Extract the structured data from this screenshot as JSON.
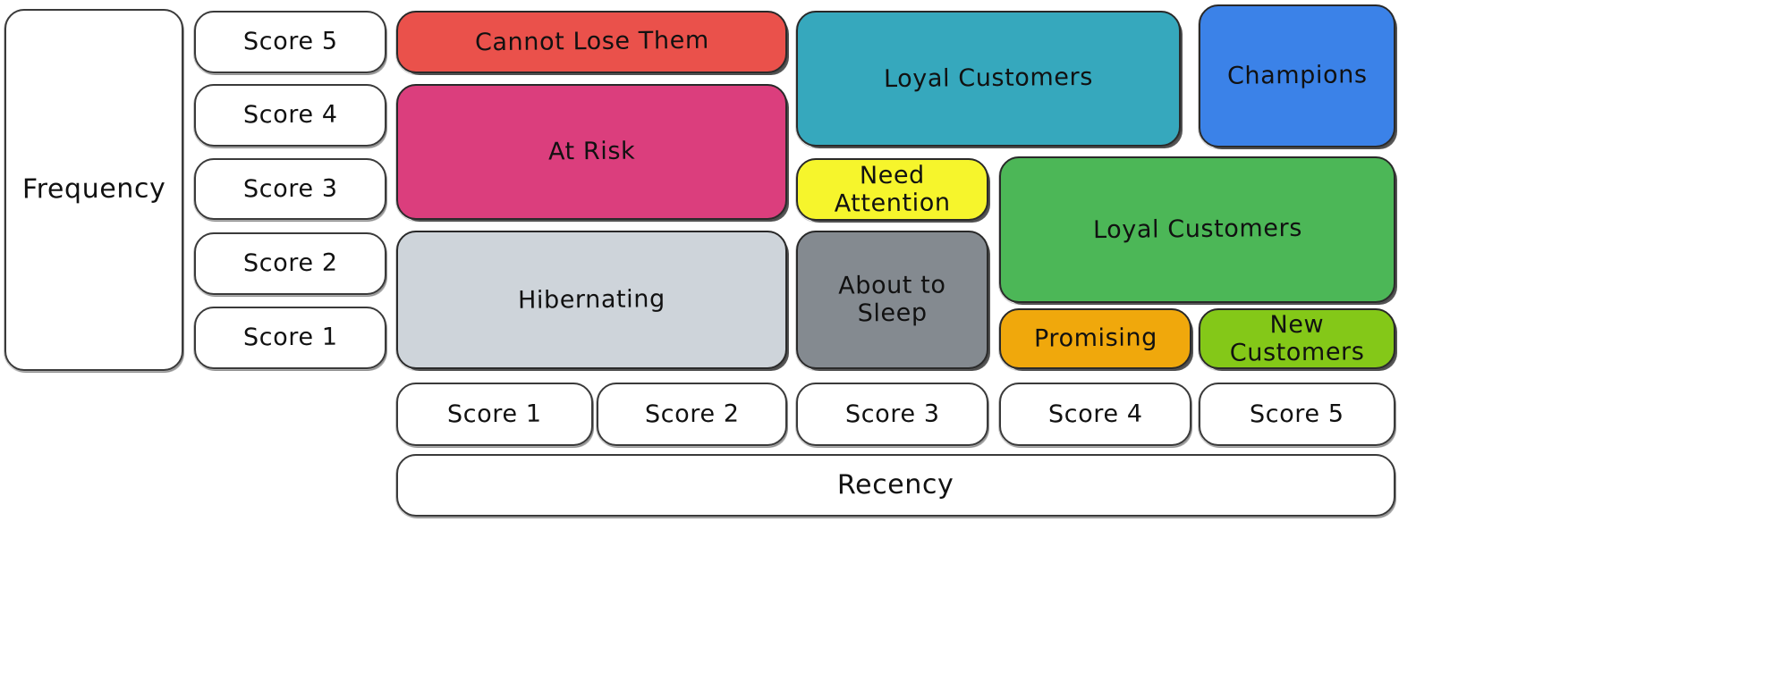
{
  "diagram": {
    "type": "rfm-segmentation-matrix",
    "axes": {
      "y_axis_label": "Frequency",
      "x_axis_label": "Recency",
      "frequency_scores": [
        "Score 5",
        "Score 4",
        "Score 3",
        "Score 2",
        "Score 1"
      ],
      "recency_scores": [
        "Score 1",
        "Score 2",
        "Score 3",
        "Score 4",
        "Score 5"
      ]
    },
    "segments": [
      {
        "id": "cannot-lose-them",
        "label": "Cannot Lose Them",
        "color": "#ea514b",
        "recency_from": 1,
        "recency_to": 2,
        "frequency_from": 5,
        "frequency_to": 5
      },
      {
        "id": "at-risk",
        "label": "At Risk",
        "color": "#db3e7d",
        "recency_from": 1,
        "recency_to": 2,
        "frequency_from": 3,
        "frequency_to": 4
      },
      {
        "id": "hibernating",
        "label": "Hibernating",
        "color": "#ced4da",
        "recency_from": 1,
        "recency_to": 2,
        "frequency_from": 1,
        "frequency_to": 2
      },
      {
        "id": "loyal-customers-teal",
        "label": "Loyal Customers",
        "color": "#36a8bd",
        "recency_from": 3,
        "recency_to": 4,
        "frequency_from": 4,
        "frequency_to": 5
      },
      {
        "id": "need-attention",
        "label": "Need Attention",
        "color": "#f6f52c",
        "recency_from": 3,
        "recency_to": 3,
        "frequency_from": 3,
        "frequency_to": 3
      },
      {
        "id": "about-to-sleep",
        "label": "About to Sleep",
        "color": "#848a90",
        "recency_from": 3,
        "recency_to": 3,
        "frequency_from": 1,
        "frequency_to": 2
      },
      {
        "id": "champions",
        "label": "Champions",
        "color": "#3b82e8",
        "recency_from": 5,
        "recency_to": 5,
        "frequency_from": 4,
        "frequency_to": 5
      },
      {
        "id": "loyal-customers-green",
        "label": "Loyal Customers",
        "color": "#4cb757",
        "recency_from": 4,
        "recency_to": 5,
        "frequency_from": 2,
        "frequency_to": 3
      },
      {
        "id": "promising",
        "label": "Promising",
        "color": "#f0a80c",
        "recency_from": 4,
        "recency_to": 4,
        "frequency_from": 1,
        "frequency_to": 1
      },
      {
        "id": "new-customers",
        "label": "New Customers",
        "color": "#84c818",
        "recency_from": 5,
        "recency_to": 5,
        "frequency_from": 1,
        "frequency_to": 1
      }
    ]
  },
  "freq_axis": {
    "label": "Frequency"
  },
  "recency_axis": {
    "label": "Recency"
  },
  "freq_rows": [
    {
      "label": "Score 5"
    },
    {
      "label": "Score 4"
    },
    {
      "label": "Score 3"
    },
    {
      "label": "Score 2"
    },
    {
      "label": "Score 1"
    }
  ],
  "recency_cols": [
    {
      "label": "Score 1"
    },
    {
      "label": "Score 2"
    },
    {
      "label": "Score 3"
    },
    {
      "label": "Score 4"
    },
    {
      "label": "Score 5"
    }
  ],
  "cells": {
    "cannot_lose_them": "Cannot Lose Them",
    "at_risk": "At Risk",
    "hibernating": "Hibernating",
    "loyal_customers_teal": "Loyal Customers",
    "need_attention": "Need Attention",
    "about_to_sleep": "About to Sleep",
    "champions": "Champions",
    "loyal_customers_green": "Loyal Customers",
    "promising": "Promising",
    "new_customers": "New Customers"
  },
  "colors": {
    "cannot_lose_them": "#ea514b",
    "at_risk": "#db3e7d",
    "hibernating": "#ced4da",
    "loyal_customers_teal": "#36a8bd",
    "need_attention": "#f6f52c",
    "about_to_sleep": "#848a90",
    "champions": "#3b82e8",
    "loyal_customers_green": "#4cb757",
    "promising": "#f0a80c",
    "new_customers": "#84c818",
    "stroke": "#2b2b2b",
    "background": "#ffffff"
  }
}
